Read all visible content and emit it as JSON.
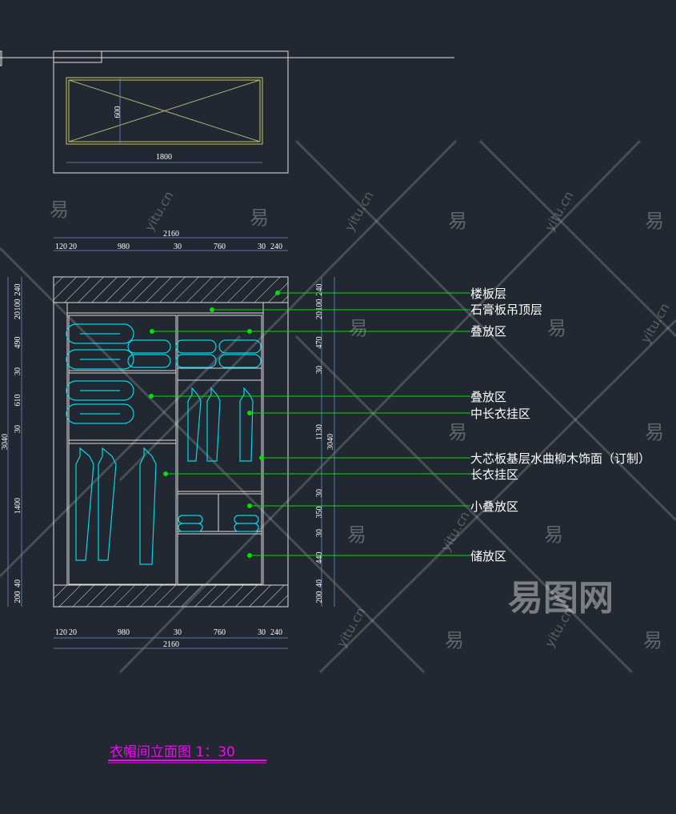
{
  "plan": {
    "depth": "600",
    "width": "1800"
  },
  "dims_horizontal": {
    "total": "2160",
    "segments": [
      "120",
      "20",
      "980",
      "30",
      "760",
      "30",
      "240"
    ]
  },
  "dims_left": {
    "total": "3040",
    "segments": [
      "240",
      "20",
      "100",
      "490",
      "30",
      "610",
      "30",
      "1400",
      "40",
      "200"
    ]
  },
  "dims_right": {
    "total": "3040",
    "segments": [
      "240",
      "20",
      "100",
      "470",
      "30",
      "1130",
      "30",
      "350",
      "30",
      "440",
      "40",
      "200"
    ]
  },
  "labels": [
    "楼板层",
    "石膏板吊顶层",
    "叠放区",
    "叠放区",
    "中长衣挂区",
    "大芯板基层水曲柳木饰面（订制）",
    "长衣挂区",
    "小叠放区",
    "储放区"
  ],
  "title": "衣帽间立面图  1：30",
  "watermark": {
    "logo": "易图网",
    "char": "易",
    "site": "yitu.cn"
  },
  "colors": {
    "background": "#222831",
    "leader": "#00e000",
    "clothes": "#00d8e8",
    "title": "#ff00ff",
    "dimension": "#5a7aa6"
  }
}
